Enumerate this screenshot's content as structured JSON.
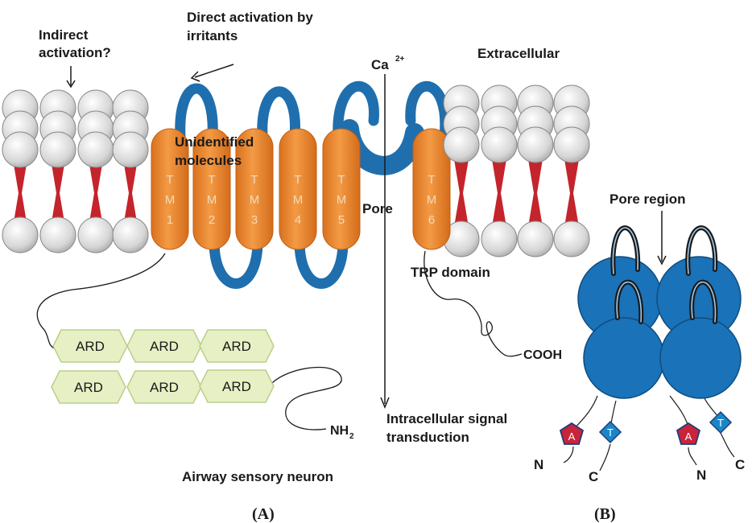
{
  "labels": {
    "indirect_line1": "Indirect",
    "indirect_line2": "activation?",
    "direct_line1": "Direct activation by",
    "direct_line2": "irritants",
    "ca": "Ca",
    "ca_sup": "2+",
    "extracellular": "Extracellular",
    "unidentified_line1": "Unidentified",
    "unidentified_line2": "molecules",
    "pore": "Pore",
    "pore_region": "Pore region",
    "trp_domain": "TRP domain",
    "cooh": "COOH",
    "nh2_main": "NH",
    "nh2_sub": "2",
    "intracellular_line1": "Intracellular signal",
    "intracellular_line2": "transduction",
    "airway": "Airway sensory neuron",
    "panel_a": "(A)",
    "panel_b": "(B)",
    "n_left": "N",
    "c_left": "C",
    "n_right": "N",
    "c_right": "C"
  },
  "tm_segments": [
    {
      "letter1": "T",
      "letter2": "M",
      "num": "1"
    },
    {
      "letter1": "T",
      "letter2": "M",
      "num": "2"
    },
    {
      "letter1": "T",
      "letter2": "M",
      "num": "3"
    },
    {
      "letter1": "T",
      "letter2": "M",
      "num": "4"
    },
    {
      "letter1": "T",
      "letter2": "M",
      "num": "5"
    },
    {
      "letter1": "T",
      "letter2": "M",
      "num": "6"
    }
  ],
  "ard_repeats": [
    "ARD",
    "ARD",
    "ARD",
    "ARD",
    "ARD",
    "ARD"
  ],
  "badges": {
    "a_left": "A",
    "t_left": "T",
    "a_right": "A",
    "t_right": "T"
  },
  "colors": {
    "tm_orange": "#ee8a2e",
    "loop_blue": "#1f6fae",
    "subunit_blue": "#1a72b8",
    "lipid_red": "#c4242b",
    "lipid_head": "#d9d9d9",
    "ard_green": "#e6f0c4",
    "badge_red": "#c8243a",
    "badge_blue": "#1a86c8"
  }
}
